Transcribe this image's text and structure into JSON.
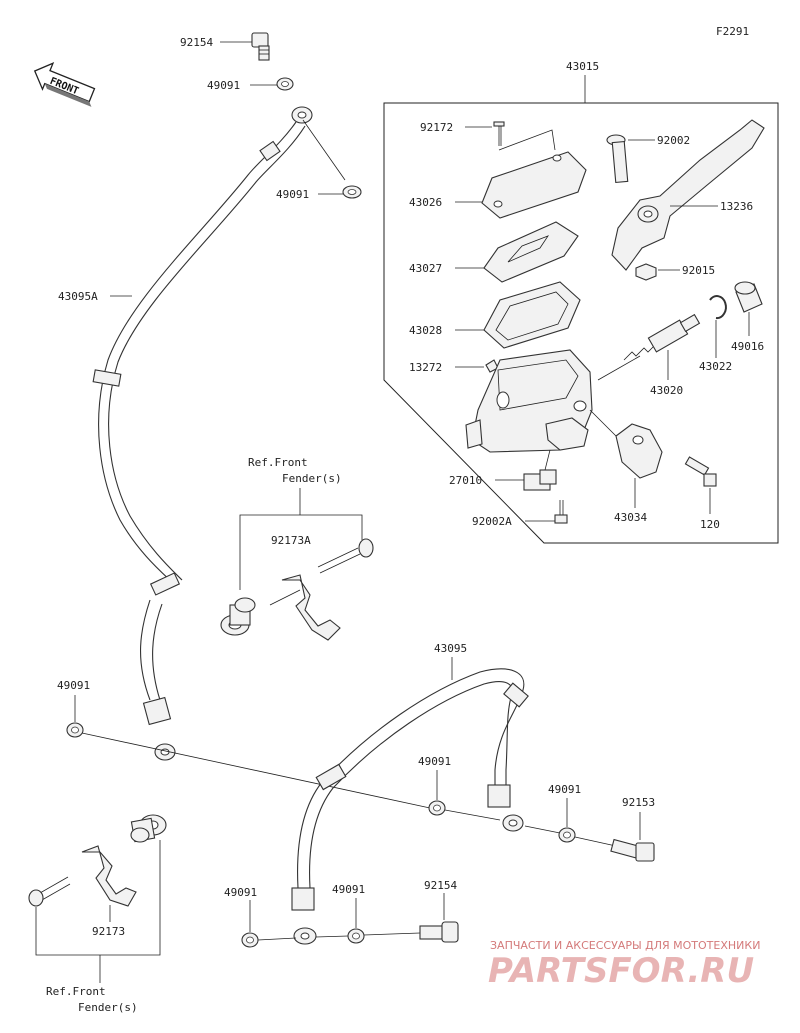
{
  "diagram_code": "F2291",
  "front_label": "FRONT",
  "labels": {
    "p92154_top": "92154",
    "p49091_a": "49091",
    "p49091_b": "49091",
    "p43095A": "43095A",
    "p43015": "43015",
    "p92172": "92172",
    "p43026": "43026",
    "p43027": "43027",
    "p43028": "43028",
    "p13272": "13272",
    "p92002": "92002",
    "p13236": "13236",
    "p92015": "92015",
    "p49016": "49016",
    "p43022": "43022",
    "p43020": "43020",
    "p27010": "27010",
    "p92002A": "92002A",
    "p43034": "43034",
    "p120": "120",
    "p92173A": "92173A",
    "p43095": "43095",
    "p49091_c": "49091",
    "p49091_d": "49091",
    "p49091_e": "49091",
    "p92153": "92153",
    "p49091_f": "49091",
    "p49091_g": "49091",
    "p92154_bottom": "92154",
    "p92173": "92173"
  },
  "ref_front_fender_top": [
    "Ref.Front",
    "Fender(s)"
  ],
  "ref_front_fender_bottom": [
    "Ref.Front",
    "Fender(s)"
  ],
  "watermark": {
    "tagline": "ЗАПЧАСТИ И АКСЕССУАРЫ ДЛЯ МОТОТЕХНИКИ",
    "brand": "PARTSFOR.RU"
  }
}
